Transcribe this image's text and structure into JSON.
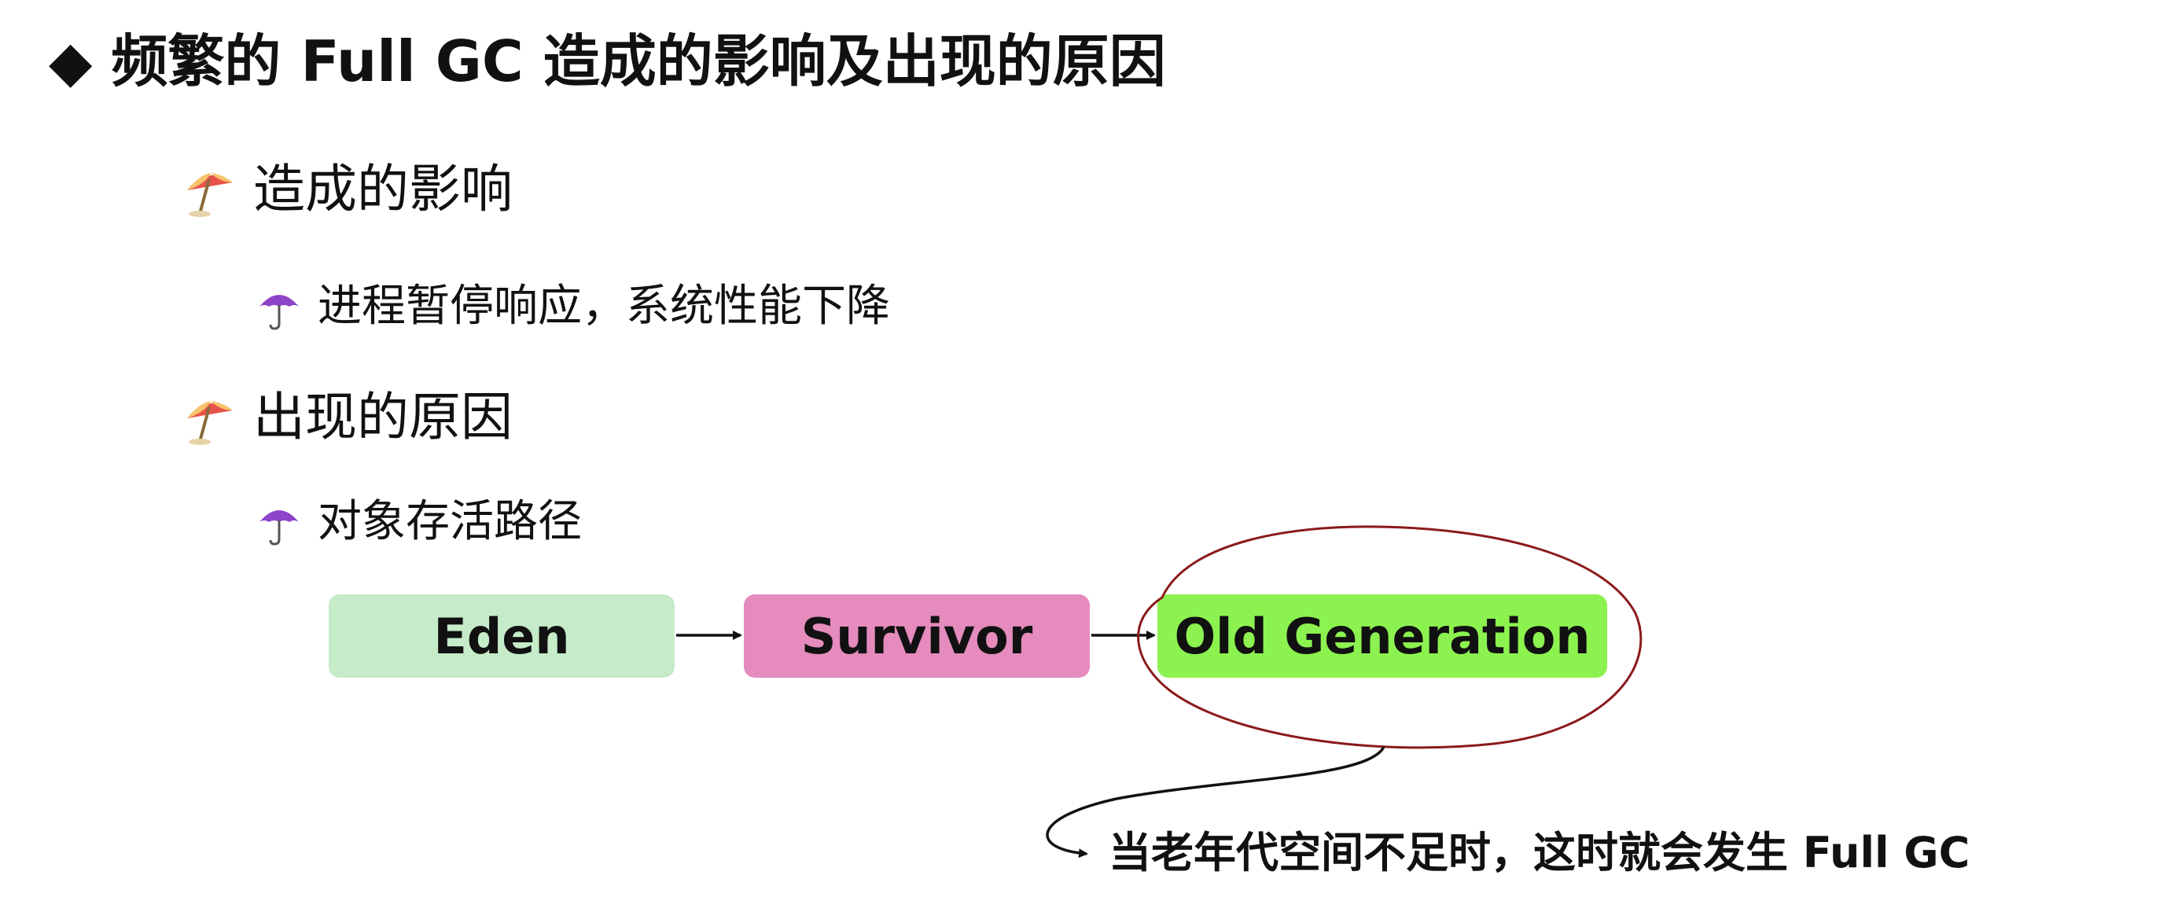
{
  "title": {
    "bullet": "◆",
    "text": "频繁的 Full GC 造成的影响及出现的原因"
  },
  "sections": [
    {
      "heading": "造成的影响",
      "icon": "beach-umbrella-icon",
      "items": [
        {
          "text": "进程暂停响应，系统性能下降",
          "icon": "umbrella-icon"
        }
      ]
    },
    {
      "heading": "出现的原因",
      "icon": "beach-umbrella-icon",
      "items": [
        {
          "text": "对象存活路径",
          "icon": "umbrella-icon"
        }
      ]
    }
  ],
  "diagram": {
    "nodes": [
      {
        "label": "Eden",
        "color": "#c5ebc9"
      },
      {
        "label": "Survivor",
        "color": "#e58bbd"
      },
      {
        "label": "Old Generation",
        "color": "#8cf24f"
      }
    ],
    "highlight_color": "#8b1a1a",
    "note": "当老年代空间不足时，这时就会发生 Full GC"
  }
}
